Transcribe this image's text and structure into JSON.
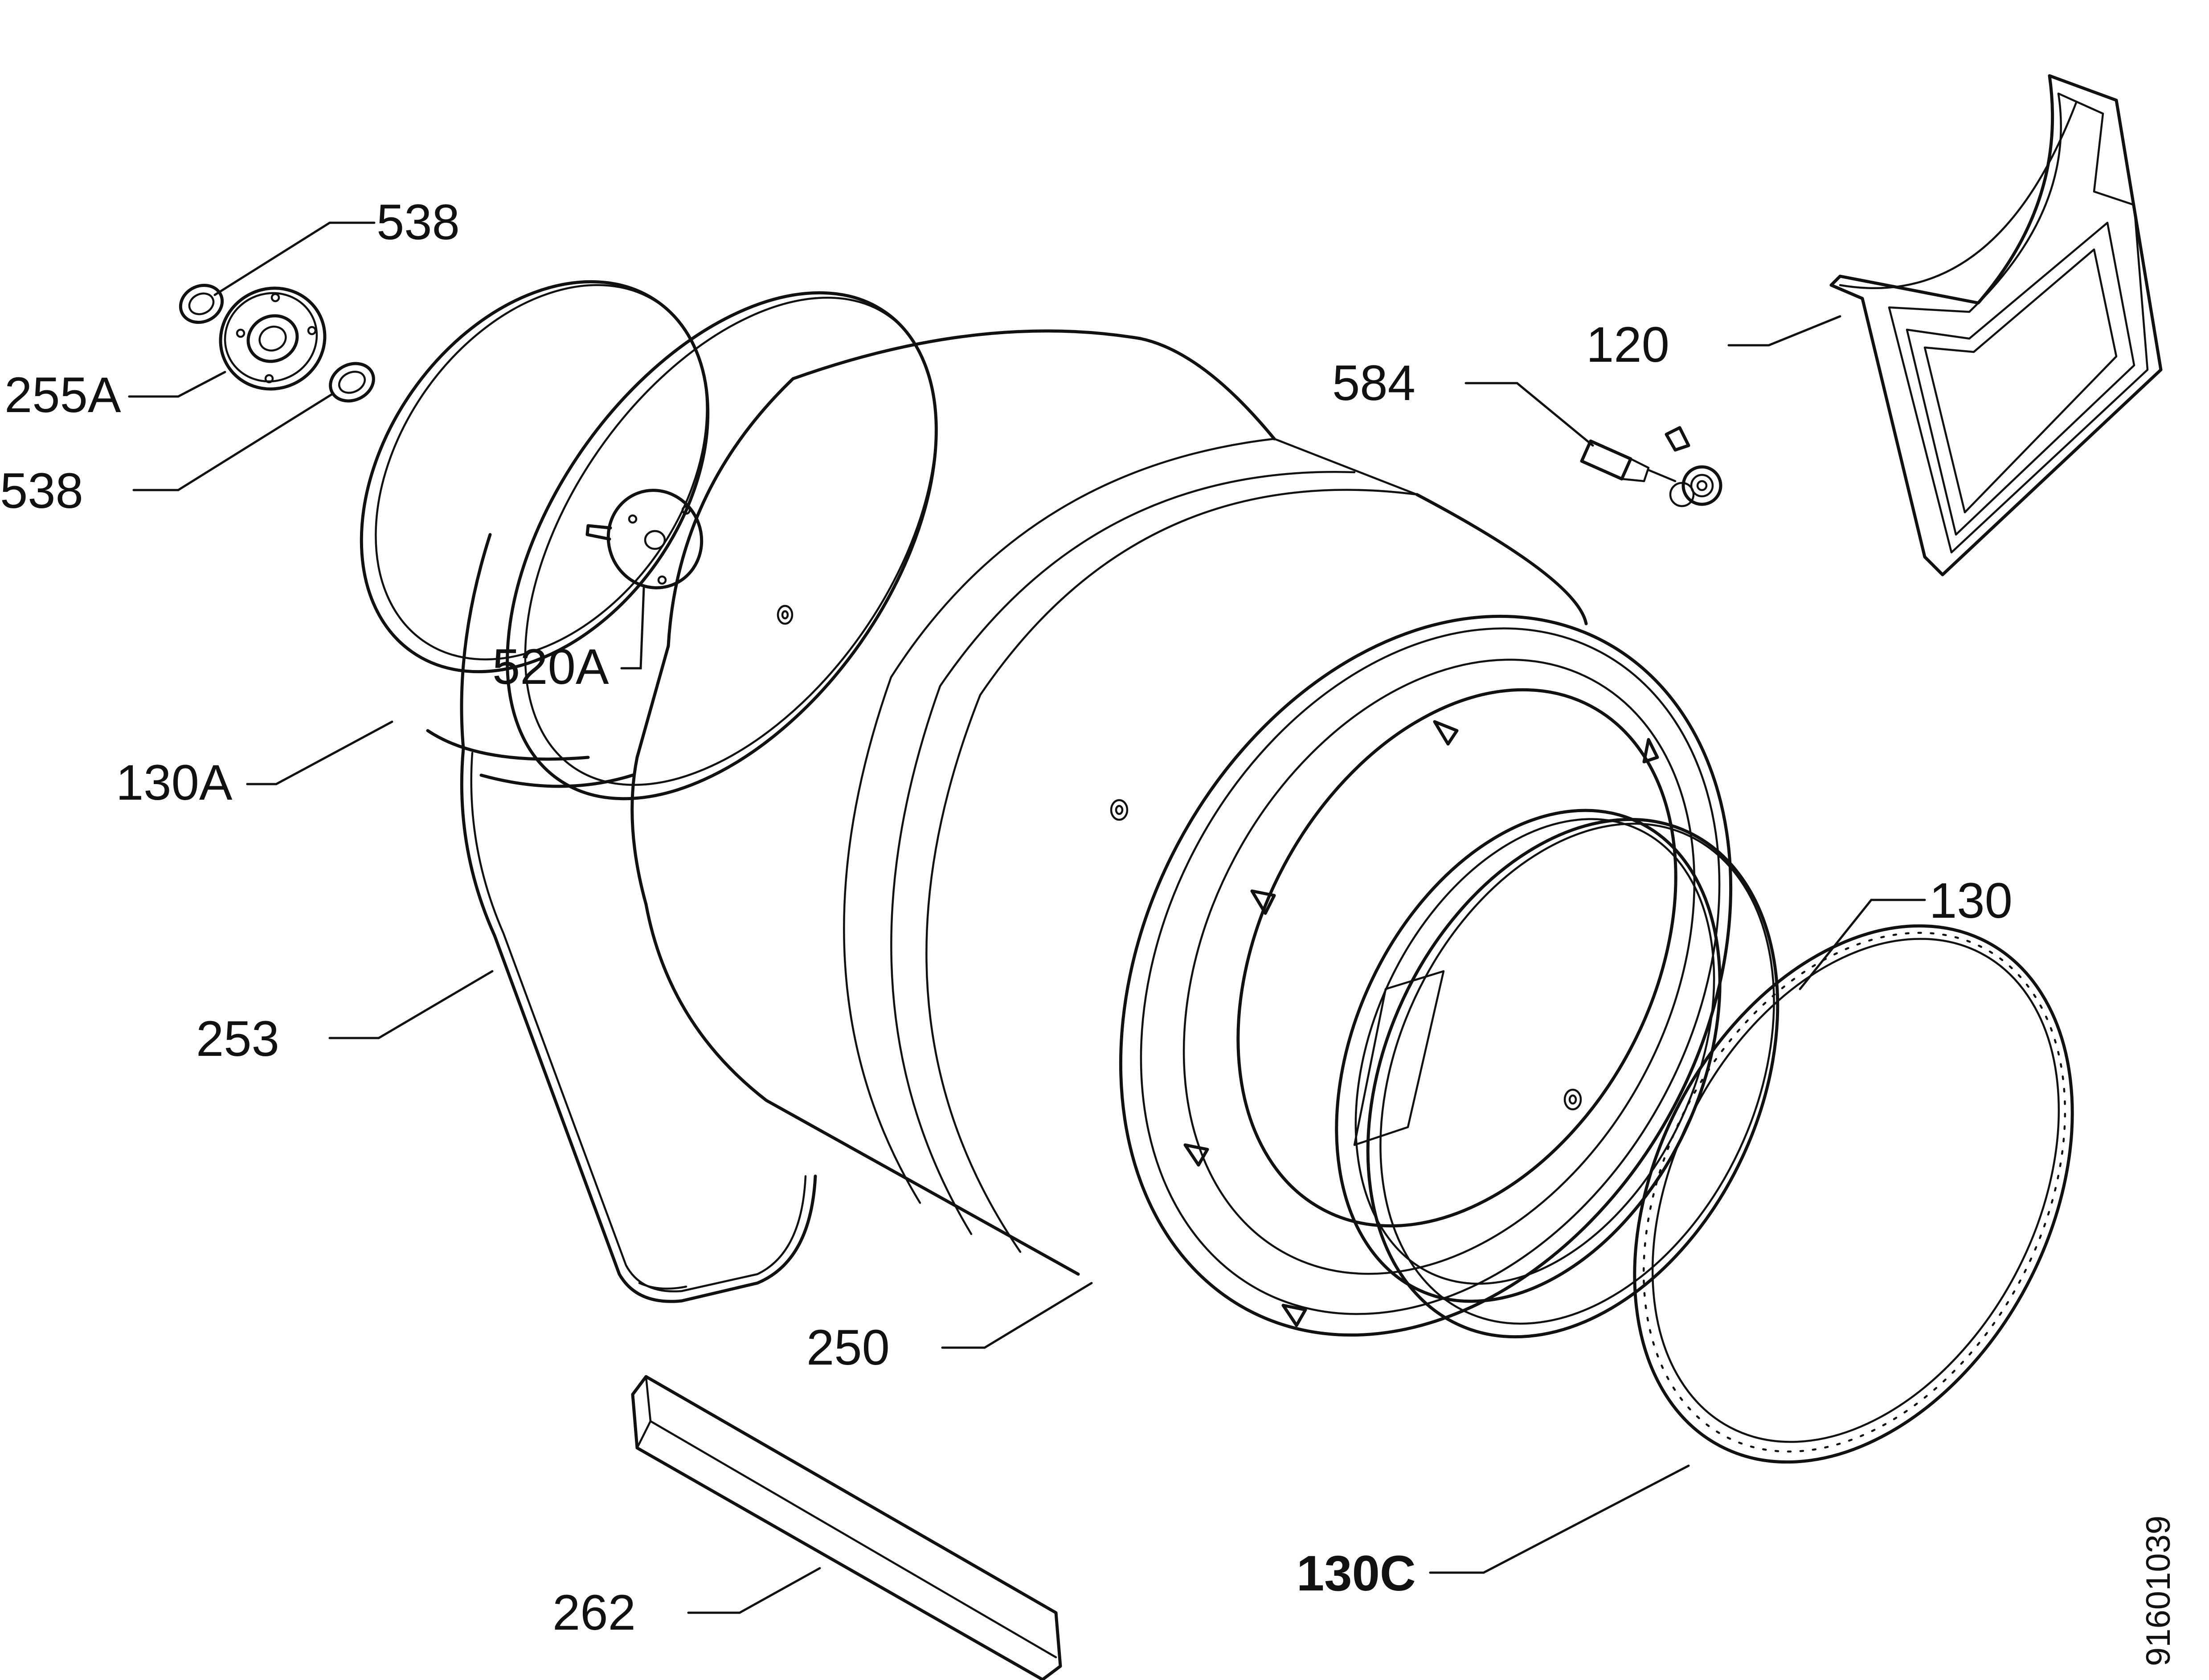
{
  "labels": {
    "l538_top": "538",
    "l255a": "255A",
    "l538_bottom": "538",
    "l520a": "520A",
    "l130a": "130A",
    "l253": "253",
    "l250": "250",
    "l262": "262",
    "l584": "584",
    "l120": "120",
    "l130": "130",
    "l130c": "130C"
  },
  "document_number": "91601039",
  "colors": {
    "line": "#111111",
    "background": "#ffffff"
  }
}
